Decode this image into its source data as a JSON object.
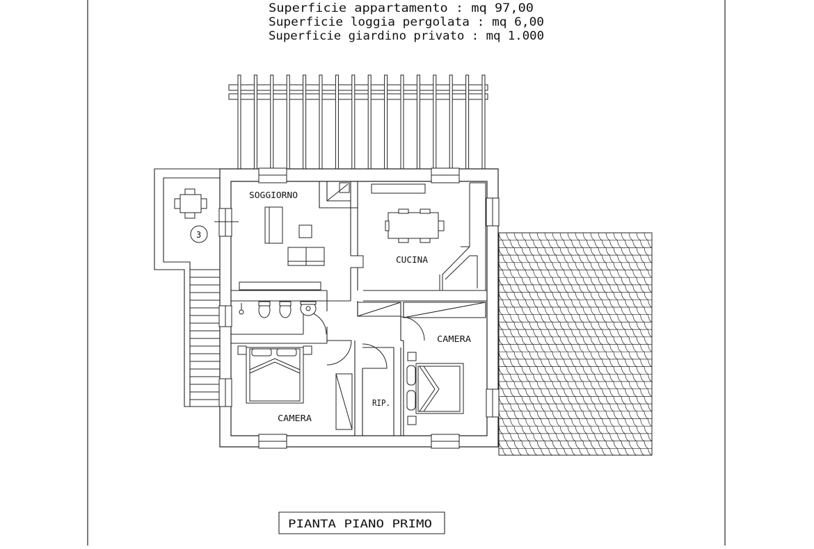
{
  "header": {
    "line1": "Superficie appartamento : mq 97,00",
    "line2": "Superficie loggia pergolata : mq 6,00",
    "line3": "Superficie giardino privato : mq 1.000"
  },
  "rooms": {
    "soggiorno": "SOGGIORNO",
    "cucina": "CUCINA",
    "camera_right": "CAMERA",
    "camera_left": "CAMERA",
    "ripostiglio": "RIP."
  },
  "marker": {
    "terrace_number": "3"
  },
  "footer": {
    "title": "PIANTA PIANO PRIMO"
  }
}
